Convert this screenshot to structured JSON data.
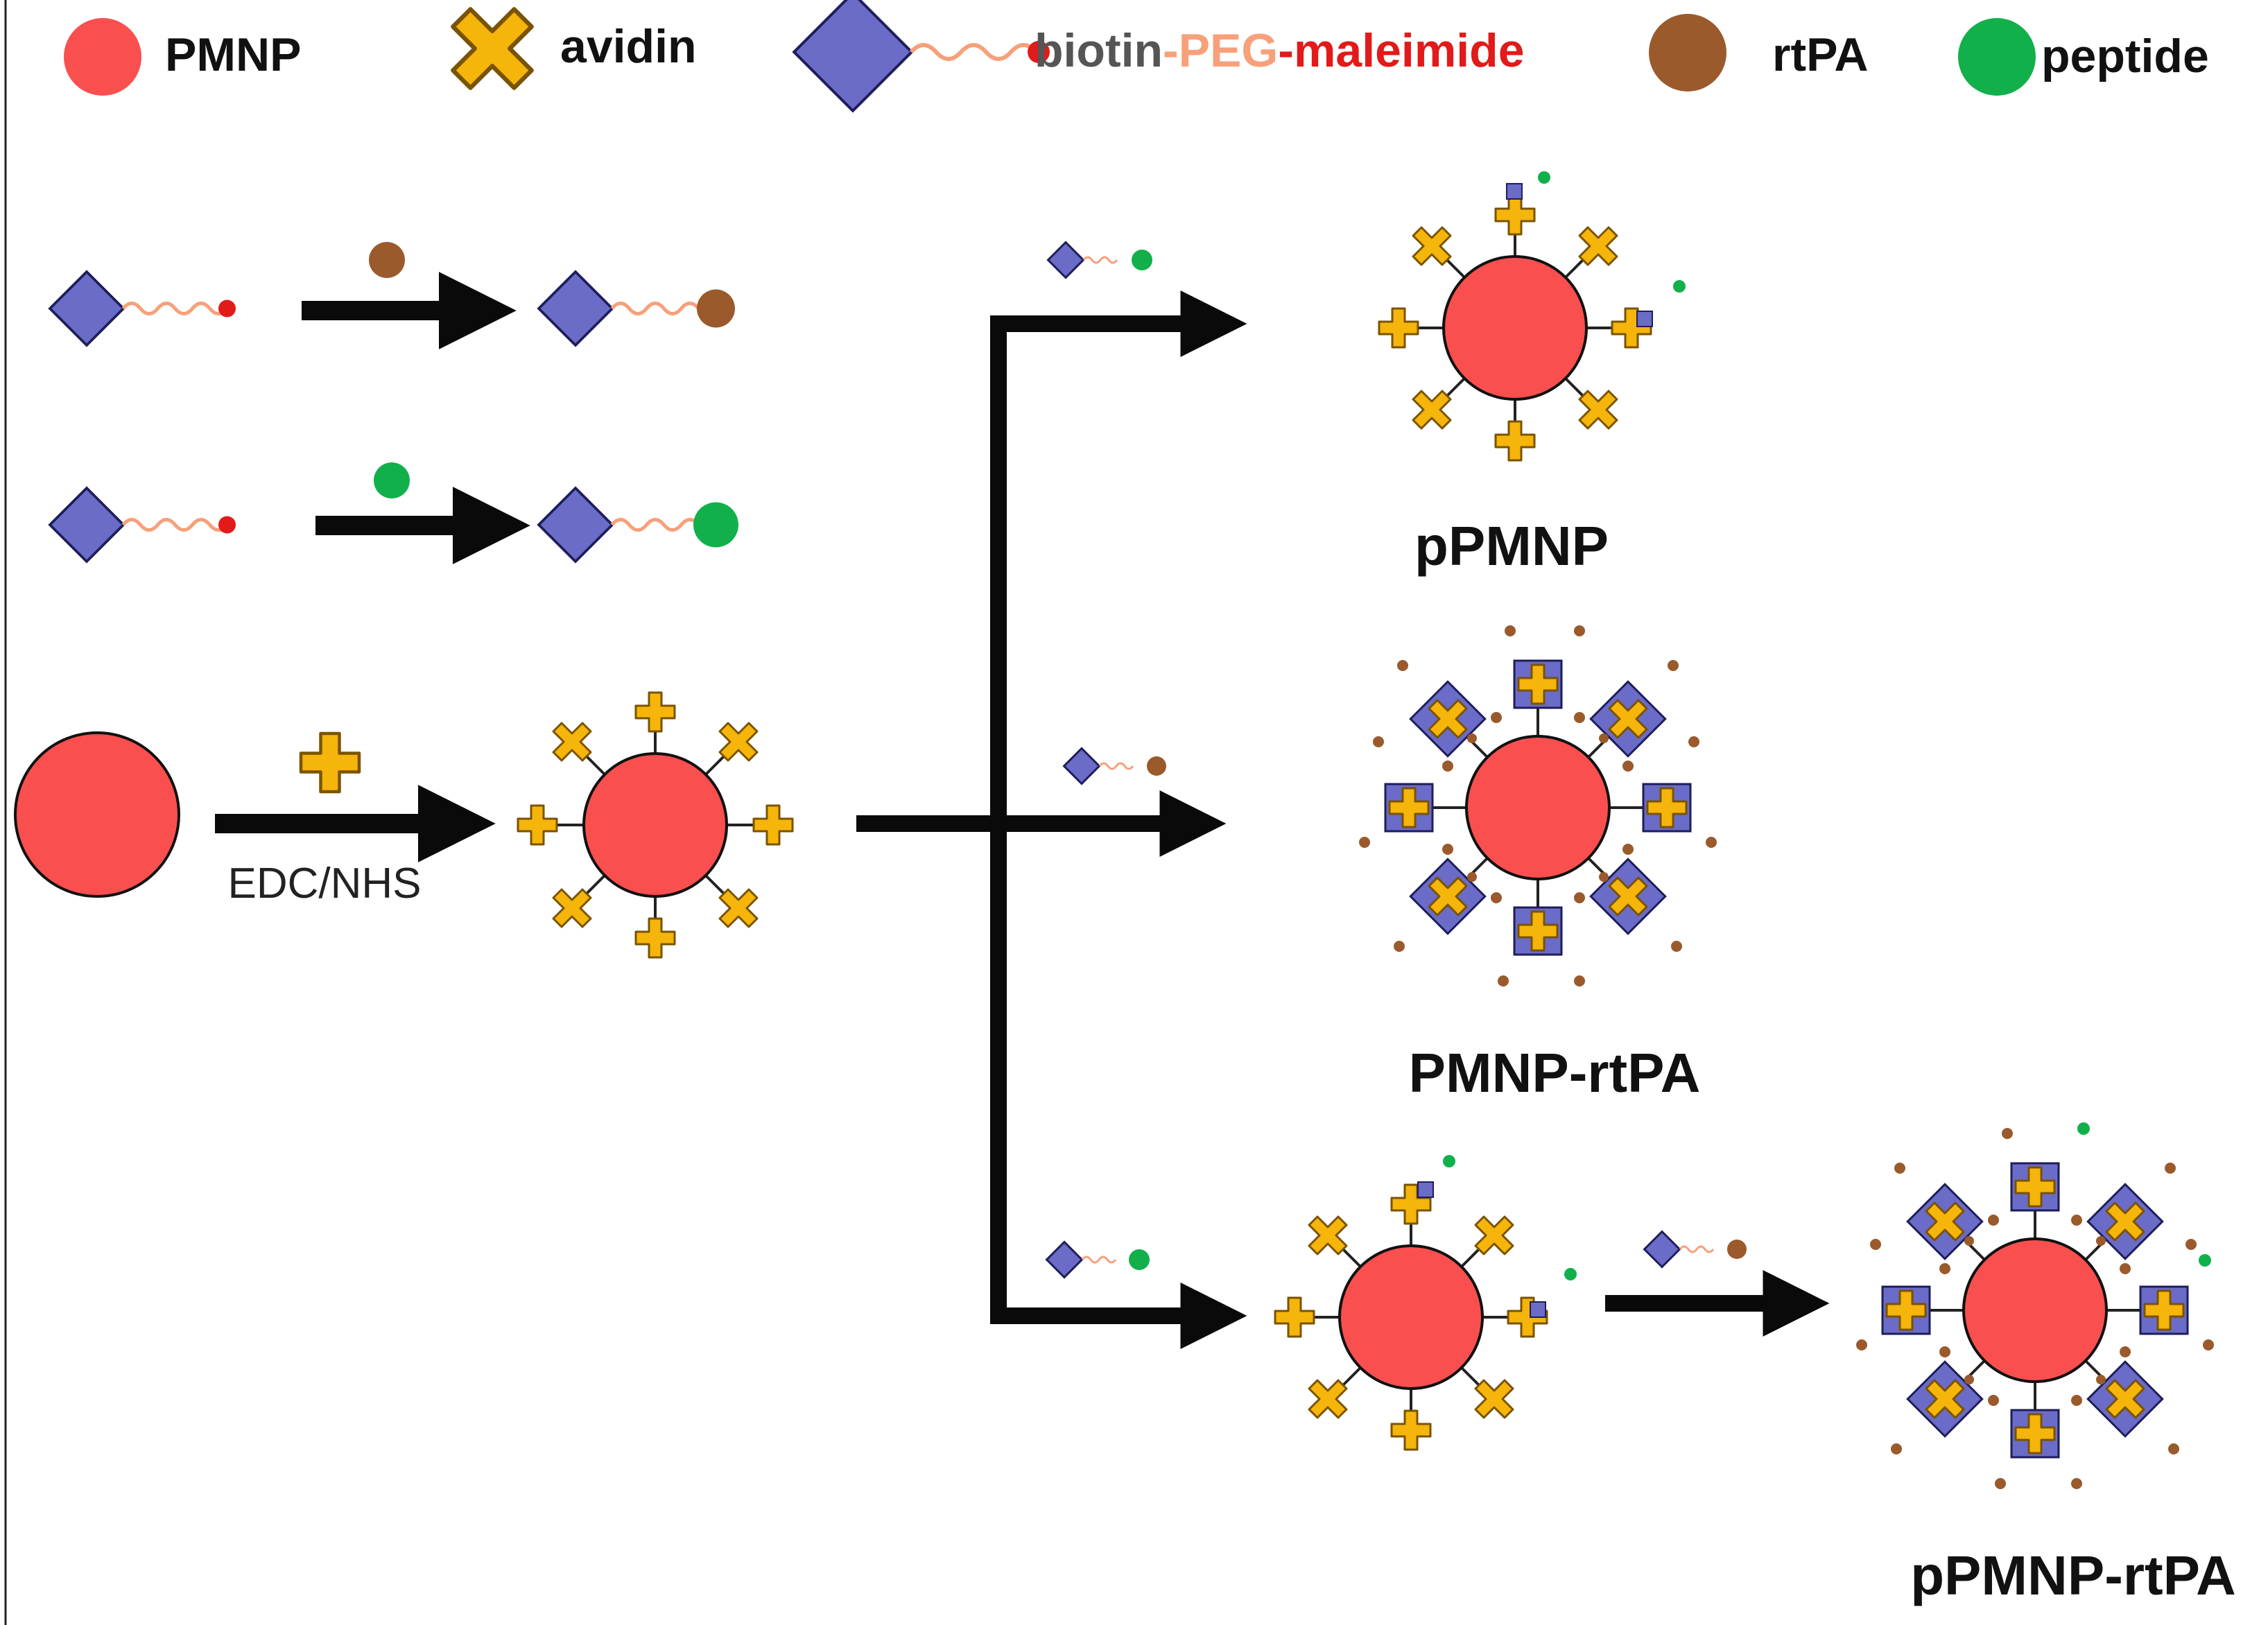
{
  "legend": {
    "pmnp": "PMNP",
    "avidin": "avidin",
    "biotin": "biotin",
    "peg": "-PEG",
    "maleimide": "-maleimide",
    "rtpa": "rtPA",
    "peptide": "peptide"
  },
  "steps": {
    "edc_nhs": "EDC/NHS"
  },
  "products": {
    "ppmnp": "pPMNP",
    "pmnp_rtpa": "PMNP-rtPA",
    "ppmnp_rtpa": "pPMNP-rtPA"
  },
  "colors": {
    "pmnp": "#f94f4f",
    "avidin": "#f5b50a",
    "biotin": "#6b6bc8",
    "rtpa": "#9a5a2c",
    "peptide": "#12b04b",
    "peg": "#f7a07a",
    "maleimide": "#e21a1a",
    "arrow": "#0a0a0a",
    "label_biotin": "#555555",
    "label_peg": "#f7a07a",
    "label_maleimide": "#e21a1a"
  }
}
